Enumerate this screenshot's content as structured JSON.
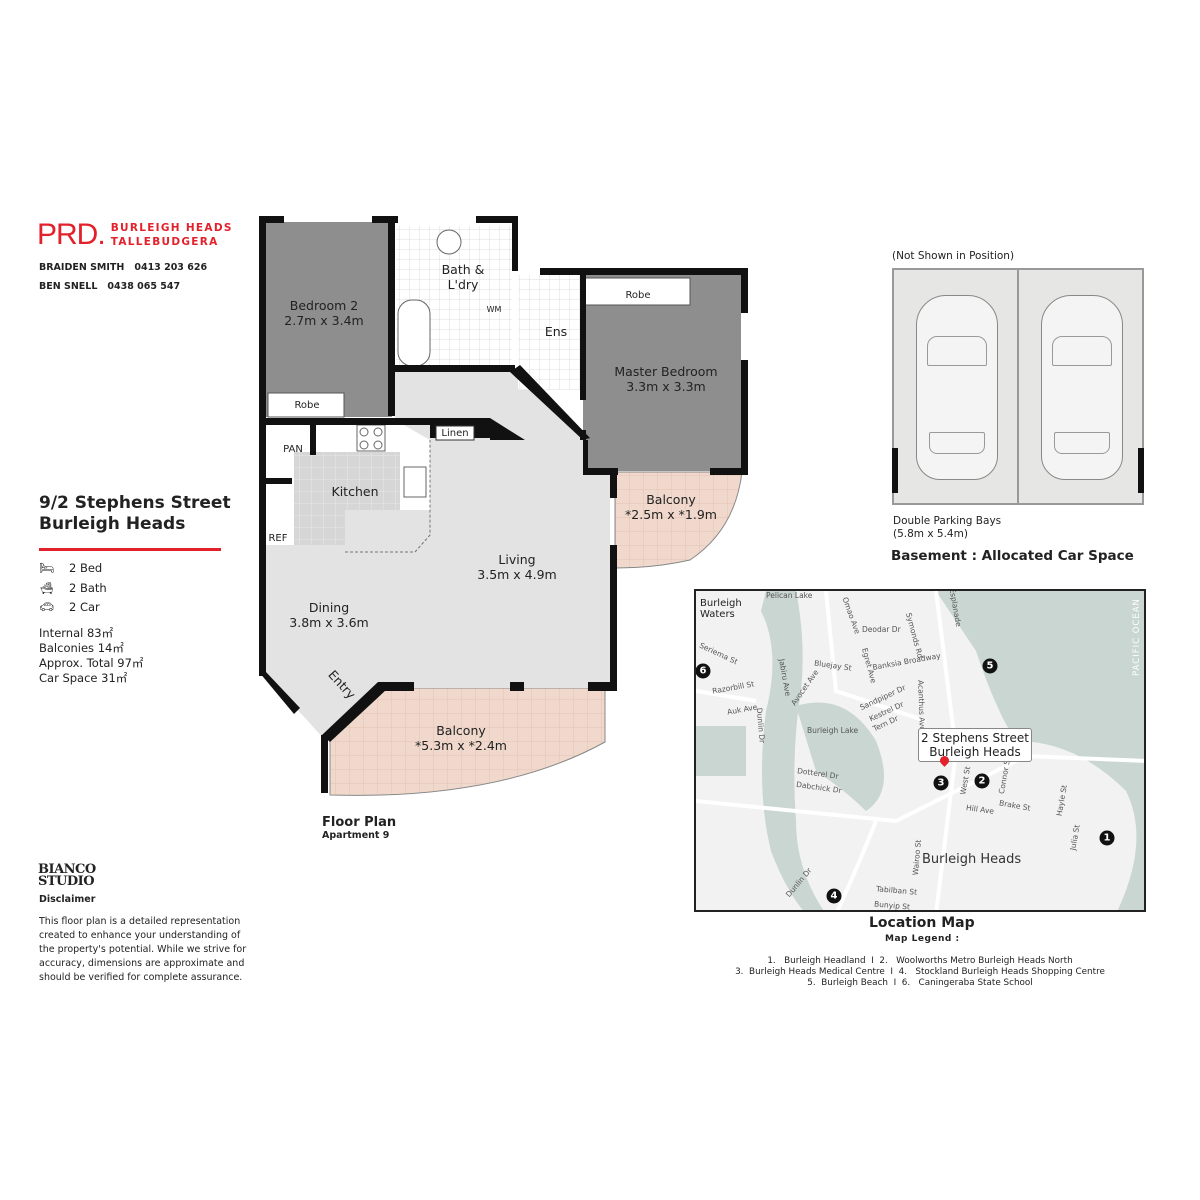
{
  "agency": {
    "logo": "PRD.",
    "office_line1": "BURLEIGH HEADS",
    "office_line2": "TALLEBUDGERA",
    "brand_color": "#e3212b"
  },
  "agents": [
    {
      "name": "BRAIDEN SMITH",
      "phone": "0413 203 626"
    },
    {
      "name": "BEN SNELL",
      "phone": "0438 065 547"
    }
  ],
  "property": {
    "address_line1": "9/2 Stephens Street",
    "address_line2": "Burleigh Heads",
    "features": [
      {
        "icon": "bed-icon",
        "label": "2 Bed"
      },
      {
        "icon": "bath-icon",
        "label": "2 Bath"
      },
      {
        "icon": "car-icon",
        "label": "2 Car"
      }
    ],
    "areas": [
      "Internal 83㎡",
      "Balconies 14㎡",
      "Approx. Total 97㎡",
      "Car Space 31㎡"
    ]
  },
  "studio": {
    "logo_line1": "BIANCO",
    "logo_line2": "STUDIO"
  },
  "disclaimer": {
    "heading": "Disclaimer",
    "text": "This floor plan is a detailed representation created to enhance your understanding of the property's potential. While we strive for accuracy, dimensions are approximate and should be verified for complete assurance."
  },
  "floor_plan": {
    "title": "Floor Plan",
    "subtitle": "Apartment 9",
    "rooms": {
      "bed2": {
        "name": "Bedroom 2",
        "dims": "2.7m x 3.4m"
      },
      "bath": {
        "name": "Bath &",
        "name2": "L'dry"
      },
      "wm": "WM",
      "ens": "Ens",
      "robe1": "Robe",
      "robe2": "Robe",
      "master": {
        "name": "Master Bedroom",
        "dims": "3.3m x 3.3m"
      },
      "linen": "Linen",
      "pan": "PAN",
      "kitchen": "Kitchen",
      "ref": "REF",
      "balcony1": {
        "name": "Balcony",
        "dims": "*2.5m x *1.9m"
      },
      "living": {
        "name": "Living",
        "dims": "3.5m x 4.9m"
      },
      "dining": {
        "name": "Dining",
        "dims": "3.8m x 3.6m"
      },
      "entry": "Entry",
      "balcony2": {
        "name": "Balcony",
        "dims": "*5.3m x *2.4m"
      }
    }
  },
  "parking": {
    "note": "(Not Shown in Position)",
    "desc1": "Double Parking Bays",
    "desc2": "(5.8m x 5.4m)",
    "title": "Basement : Allocated Car Space"
  },
  "map": {
    "title": "Location Map",
    "legend_heading": "Map Legend :",
    "legend": [
      "1.   Burleigh Headland  I  2.   Woolworths Metro Burleigh Heads North",
      "3.  Burleigh Heads Medical Centre  I  4.   Stockland Burleigh Heads Shopping Centre",
      "5.  Burleigh Beach  I  6.   Caningeraba State School"
    ],
    "callout1": "2 Stephens Street",
    "callout2": "Burleigh Heads",
    "ocean": "PACIFIC OCEAN",
    "suburb": "Burleigh Heads",
    "suburb2_1": "Burleigh",
    "suburb2_2": "Waters",
    "places": [
      "Pelican Lake",
      "Burleigh Lake"
    ],
    "streets": [
      "Seriema St",
      "Razorbill St",
      "Auk Ave",
      "Dunlin Dr",
      "Jabiru Ave",
      "Avocet Ave",
      "Bluejay St",
      "Omao Ave",
      "Egret Ave",
      "Deodar Dr",
      "Symonds Rd",
      "Banksia Broadway",
      "Esplanade",
      "Sandpiper Dr",
      "Kestrel Dr",
      "Tern Dr",
      "Acanthus Ave",
      "Dotterel Dr",
      "Dabchick Dr",
      "West St",
      "Connor St",
      "Hill Ave",
      "Brake St",
      "Hayle St",
      "Julia St",
      "Wairoo St",
      "Tabilban St",
      "Bunyip St",
      "Dunlin Dr"
    ],
    "markers": [
      "1",
      "2",
      "3",
      "4",
      "5",
      "6"
    ],
    "ocean_color": "#c9d6d2",
    "pin_color": "#e3212b"
  }
}
